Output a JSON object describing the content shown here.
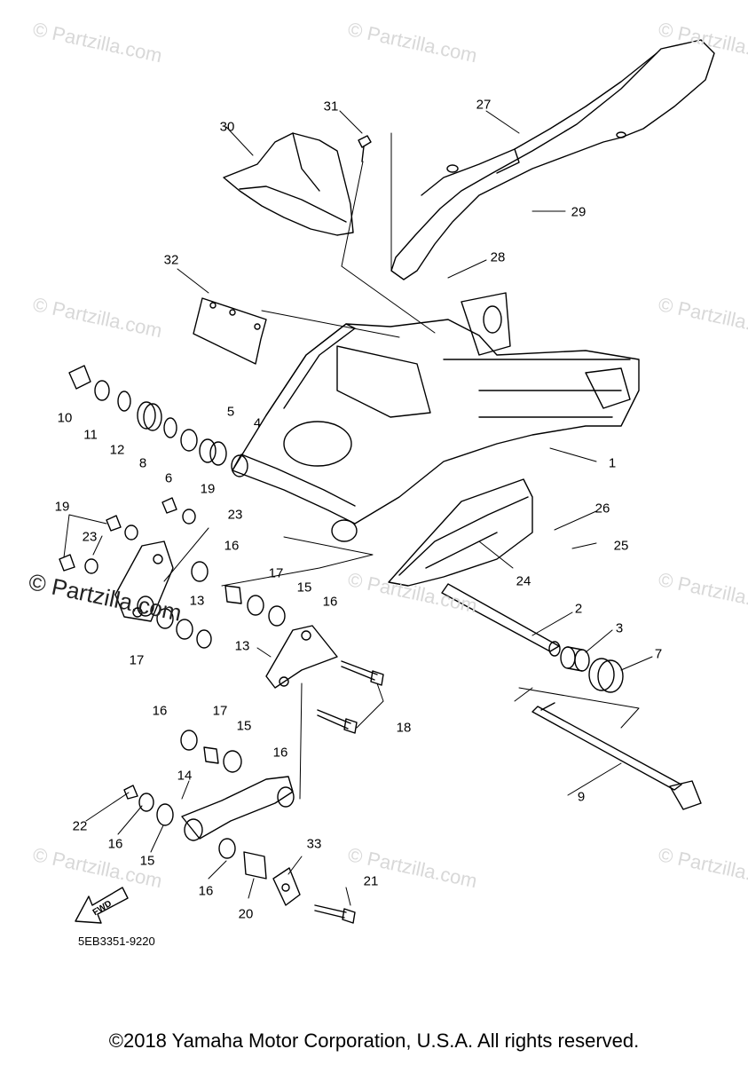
{
  "diagram": {
    "part_number": "5EB3351-9220",
    "fwd_label": "FWD",
    "copyright": "©2018 Yamaha Motor Corporation, U.S.A. All rights reserved.",
    "watermark": "© Partzilla.com",
    "callouts": [
      "1",
      "2",
      "3",
      "4",
      "5",
      "6",
      "7",
      "8",
      "9",
      "10",
      "11",
      "12",
      "13",
      "13",
      "14",
      "15",
      "15",
      "15",
      "16",
      "16",
      "16",
      "16",
      "16",
      "16",
      "17",
      "17",
      "17",
      "18",
      "19",
      "19",
      "20",
      "21",
      "22",
      "23",
      "23",
      "24",
      "25",
      "26",
      "27",
      "28",
      "29",
      "30",
      "31",
      "32",
      "33"
    ]
  }
}
